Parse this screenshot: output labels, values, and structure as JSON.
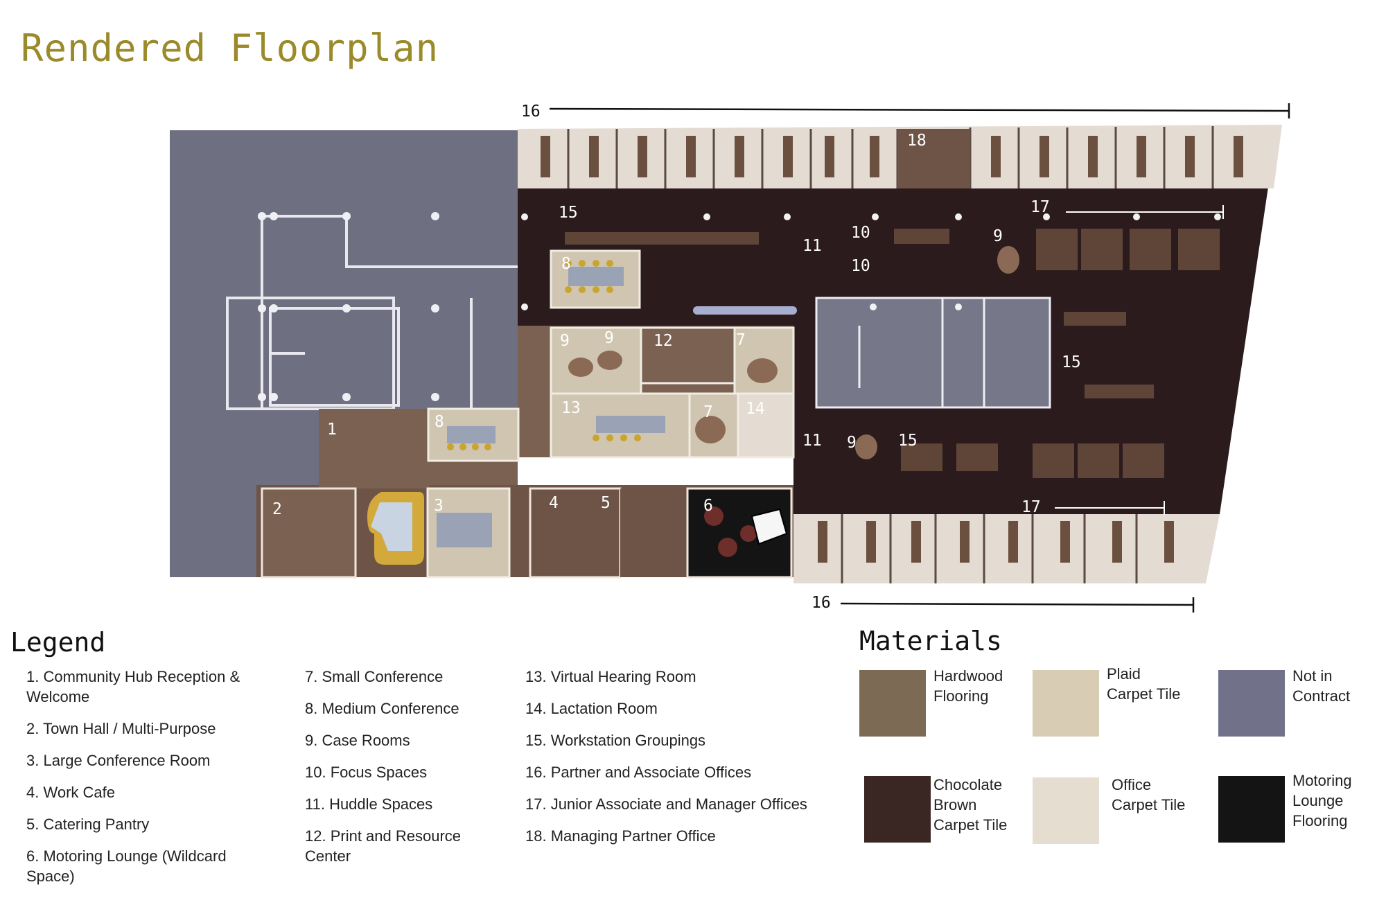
{
  "title": "Rendered Floorplan",
  "room_labels": {
    "r1": "1",
    "r2": "2",
    "r3": "3",
    "r4": "4",
    "r5": "5",
    "r6": "6",
    "r7a": "7",
    "r7b": "7",
    "r8a": "8",
    "r8b": "8",
    "r9a": "9",
    "r9b": "9",
    "r9c": "9",
    "r9d": "9",
    "r10a": "10",
    "r10b": "10",
    "r11a": "11",
    "r11b": "11",
    "r12": "12",
    "r13": "13",
    "r14": "14",
    "r15a": "15",
    "r15b": "15",
    "r15c": "15",
    "r17a": "17",
    "r17b": "17",
    "r18": "18"
  },
  "dimension_labels": {
    "top": "16",
    "bottom": "16"
  },
  "legend": {
    "title": "Legend",
    "col1": [
      "1. Community Hub Reception & Welcome",
      "2.  Town Hall / Multi-Purpose",
      "3.  Large Conference Room",
      "4.  Work Cafe",
      "5. Catering Pantry",
      "6. Motoring Lounge (Wildcard Space)"
    ],
    "col2": [
      "7. Small Conference",
      "8. Medium Conference",
      "9. Case Rooms",
      "10. Focus Spaces",
      "11. Huddle Spaces",
      "12. Print and Resource Center"
    ],
    "col3": [
      "13. Virtual Hearing Room",
      "14. Lactation Room",
      "15. Workstation Groupings",
      "16. Partner and Associate Offices",
      "17. Junior Associate and Manager Offices",
      "18. Managing Partner Office"
    ]
  },
  "materials": {
    "title": "Materials",
    "items": [
      {
        "label_lines": [
          "Hardwood",
          "Flooring"
        ],
        "color": "#7d6a55"
      },
      {
        "label_lines": [
          "Plaid",
          "Carpet Tile"
        ],
        "color": "#d8cdb4"
      },
      {
        "label_lines": [
          "Not in",
          "Contract"
        ],
        "color": "#71718a"
      },
      {
        "label_lines": [
          "Chocolate",
          "Brown",
          "Carpet Tile"
        ],
        "color": "#3a2622"
      },
      {
        "label_lines": [
          "Office",
          "Carpet Tile"
        ],
        "color": "#e5ddd0"
      },
      {
        "label_lines": [
          "Motoring",
          "Lounge",
          "Flooring"
        ],
        "color": "#141414"
      }
    ]
  }
}
